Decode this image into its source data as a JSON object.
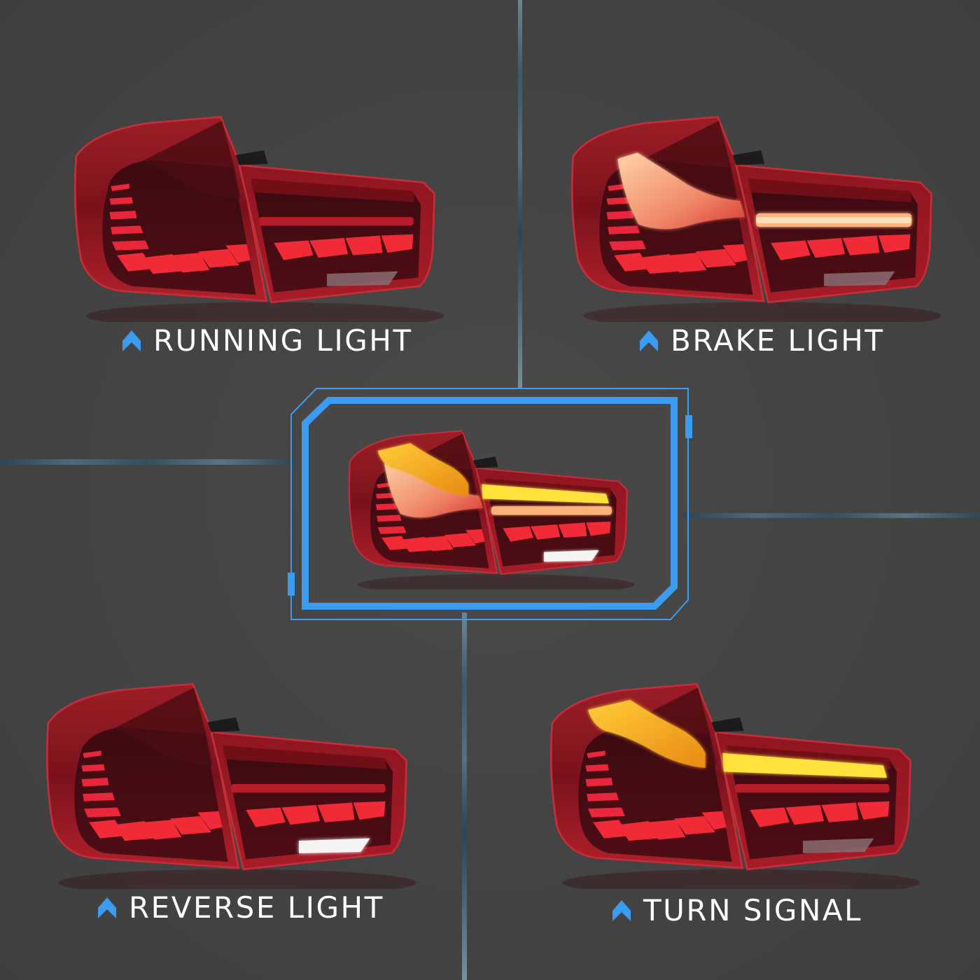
{
  "background_color": "#444444",
  "accent_color": "#3b9cf2",
  "panels": [
    {
      "id": "running",
      "label": "RUNNING LIGHT",
      "icon": "chevron-up-icon",
      "state": "running"
    },
    {
      "id": "brake",
      "label": "BRAKE LIGHT",
      "icon": "chevron-up-icon",
      "state": "brake"
    },
    {
      "id": "reverse",
      "label": "REVERSE LIGHT",
      "icon": "chevron-up-icon",
      "state": "reverse"
    },
    {
      "id": "turn",
      "label": "TURN SIGNAL",
      "icon": "chevron-up-icon",
      "state": "turn"
    }
  ],
  "center": {
    "state": "all-on",
    "frame_color": "#3b9cf2"
  }
}
